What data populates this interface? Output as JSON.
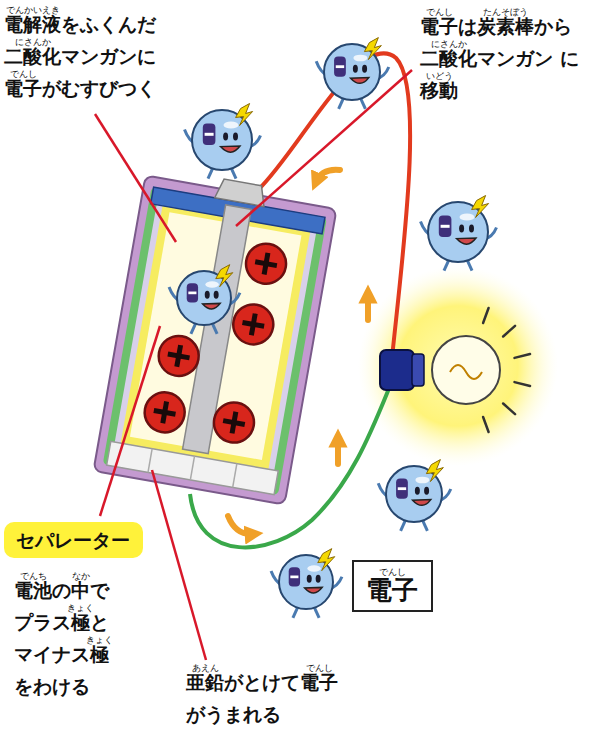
{
  "diagram": {
    "nodes": [
      {
        "text": [
          "セパレーター"
        ]
      },
      {
        "text": [
          "電子"
        ]
      }
    ],
    "labels": [
      "電解液をふくんだ 二酸化マンガンに 電子がむすびつく",
      "電子は炭素棒から 二酸化マンガン に移動",
      "電池の中で プラス極と マイナス極 をわける",
      "亜鉛がとけて電子 がうまれる",
      "でんかいえき",
      "にさんか",
      "でんし",
      "でんし",
      "たんそぼう",
      "にさんか",
      "いどう",
      "でんち",
      "なか",
      "きょく",
      "きょく",
      "あえん",
      "でんし",
      "でんし"
    ]
  }
}
